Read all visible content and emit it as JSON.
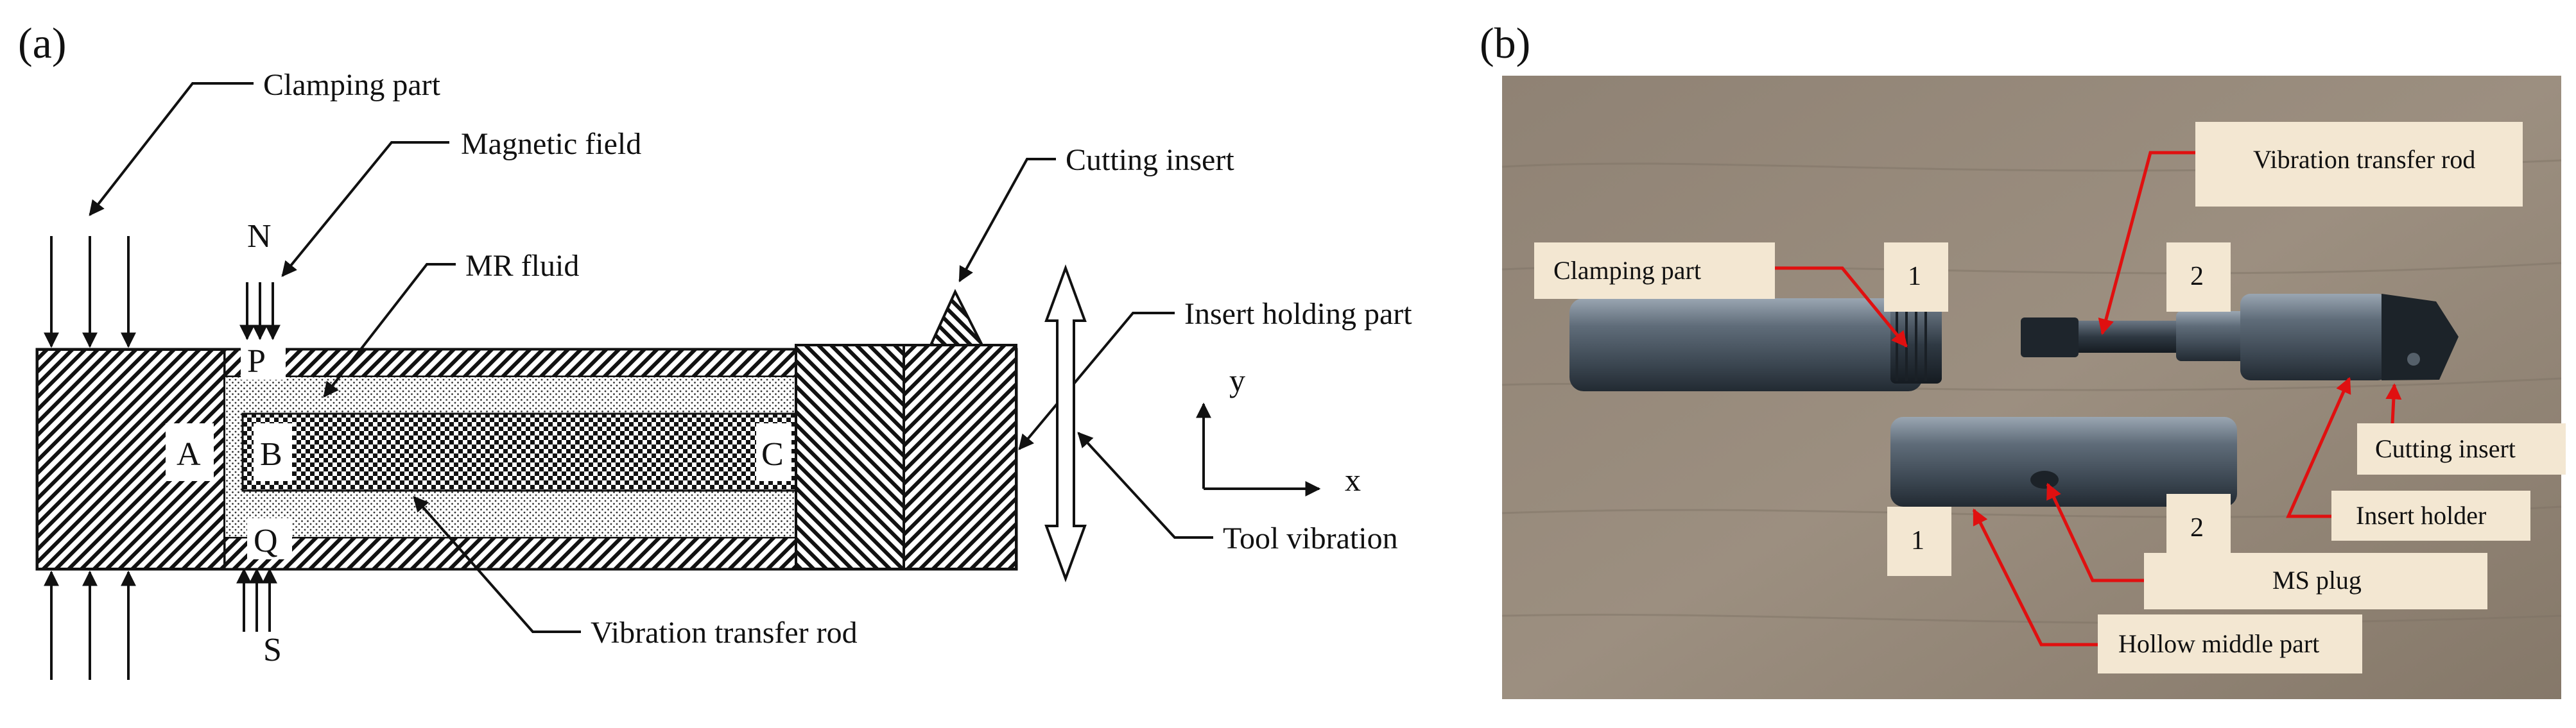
{
  "panel_a": {
    "label": "(a)",
    "callouts": {
      "clamping_part": "Clamping part",
      "magnetic_field": "Magnetic field",
      "mr_fluid": "MR fluid",
      "cutting_insert": "Cutting insert",
      "insert_holding_part": "Insert holding part",
      "tool_vibration": "Tool vibration",
      "vibration_transfer_rod": "Vibration transfer rod"
    },
    "points": {
      "a": "A",
      "b": "B",
      "c": "C",
      "p": "P",
      "q": "Q",
      "n": "N",
      "s": "S"
    },
    "axes": {
      "x": "x",
      "y": "y"
    }
  },
  "panel_b": {
    "label": "(b)",
    "labels": {
      "clamping_part": "Clamping part",
      "vibration_transfer_rod": "Vibration transfer rod",
      "cutting_insert": "Cutting insert",
      "insert_holder": "Insert holder",
      "ms_plug": "MS plug",
      "hollow_middle_part": "Hollow middle part",
      "tag_1_top": "1",
      "tag_2_top": "2",
      "tag_1_bottom": "1",
      "tag_2_bottom": "2"
    }
  }
}
